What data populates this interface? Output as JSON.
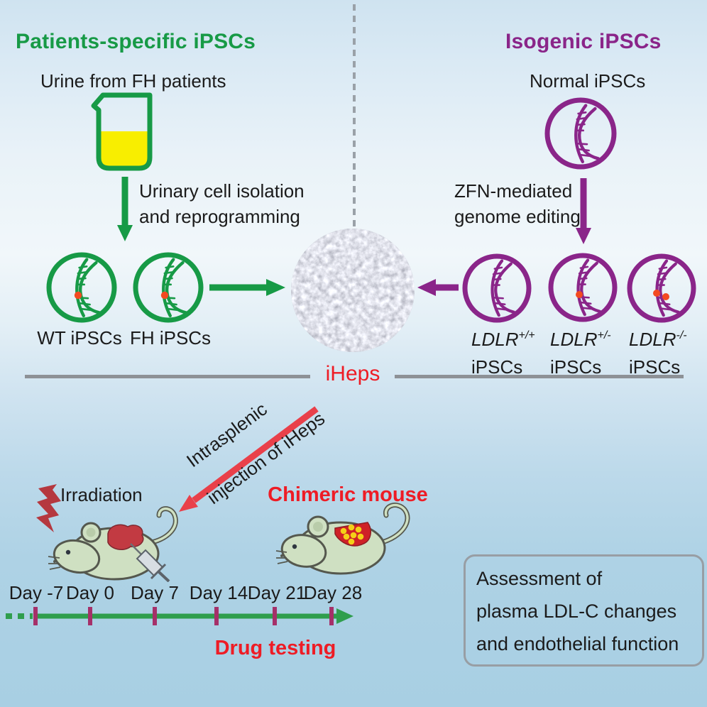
{
  "left_panel": {
    "title": "Patients-specific iPSCs",
    "source_label": "Urine from FH patients",
    "process_line1": "Urinary cell isolation",
    "process_line2": "and reprogramming",
    "cell_labels": [
      "WT iPSCs",
      "FH iPSCs"
    ]
  },
  "right_panel": {
    "title": "Isogenic iPSCs",
    "source_label": "Normal iPSCs",
    "process_line1": "ZFN-mediated",
    "process_line2": "genome editing",
    "clones": [
      {
        "gene": "LDLR",
        "genotype": "+/+",
        "label": "iPSCs"
      },
      {
        "gene": "LDLR",
        "genotype": "+/-",
        "label": "iPSCs"
      },
      {
        "gene": "LDLR",
        "genotype": "-/-",
        "label": "iPSCs"
      }
    ]
  },
  "center": {
    "label": "iHeps"
  },
  "injection": {
    "line1": "Intrasplenic",
    "line2": "injection of iHeps"
  },
  "mice": {
    "irradiation_label": "Irradiation",
    "chimeric_label": "Chimeric mouse"
  },
  "timeline": {
    "days": [
      "Day -7",
      "Day 0",
      "Day 7",
      "Day 14",
      "Day 21",
      "Day 28"
    ],
    "drug_label": "Drug testing"
  },
  "assessment": {
    "line1": "Assessment of",
    "line2": "plasma LDL-C changes",
    "line3": "and endothelial function"
  },
  "icons": {
    "beaker": "beaker-icon",
    "dna": "dna-helix-icon",
    "micrograph": "cell-micrograph-image",
    "lightning": "lightning-bolt-icon",
    "mouse": "mouse-icon",
    "syringe": "syringe-icon"
  },
  "palette": {
    "green": "#179a46",
    "purple": "#8a2589",
    "red_text": "#ee1c25",
    "red_arrow": "#e9404a",
    "tick_magenta": "#a53069",
    "gray_line": "#8d9196",
    "urine_yellow": "#f8ee00",
    "mouse_body": "#cfe0c2",
    "liver_red": "#c23a42"
  }
}
